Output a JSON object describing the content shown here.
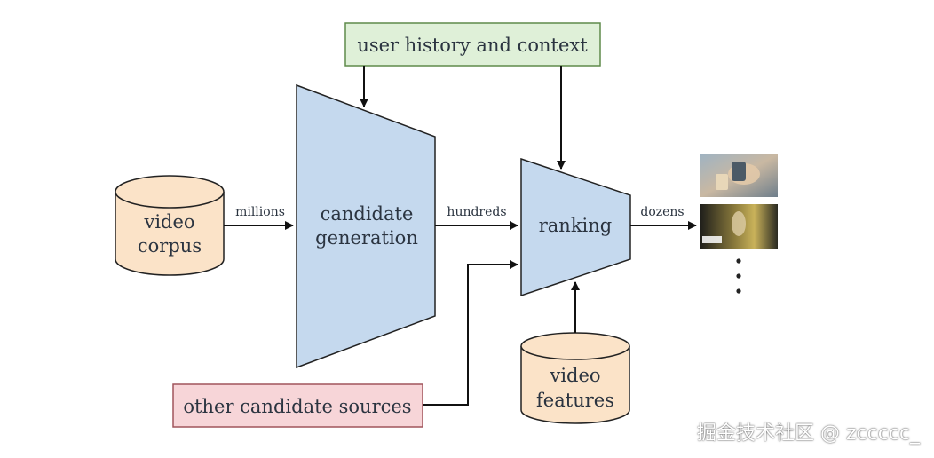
{
  "labels": {
    "user_history": "user history and context",
    "video_corpus_1": "video",
    "video_corpus_2": "corpus",
    "candidate_gen_1": "candidate",
    "candidate_gen_2": "generation",
    "ranking": "ranking",
    "video_features_1": "video",
    "video_features_2": "features",
    "other_sources": "other candidate sources",
    "millions": "millions",
    "hundreds": "hundreds",
    "dozens": "dozens"
  },
  "watermark": "掘金技术社区 @ zccccc_",
  "colors": {
    "green_box": "#dff0d8",
    "green_border": "#5f8a4a",
    "pink_box": "#f7d5d8",
    "pink_border": "#a0555c",
    "cylinder": "#fbe3c8",
    "cylinder_border": "#222222",
    "trapezoid": "#c5d9ee",
    "trapezoid_border": "#222222",
    "arrow": "#111111"
  }
}
